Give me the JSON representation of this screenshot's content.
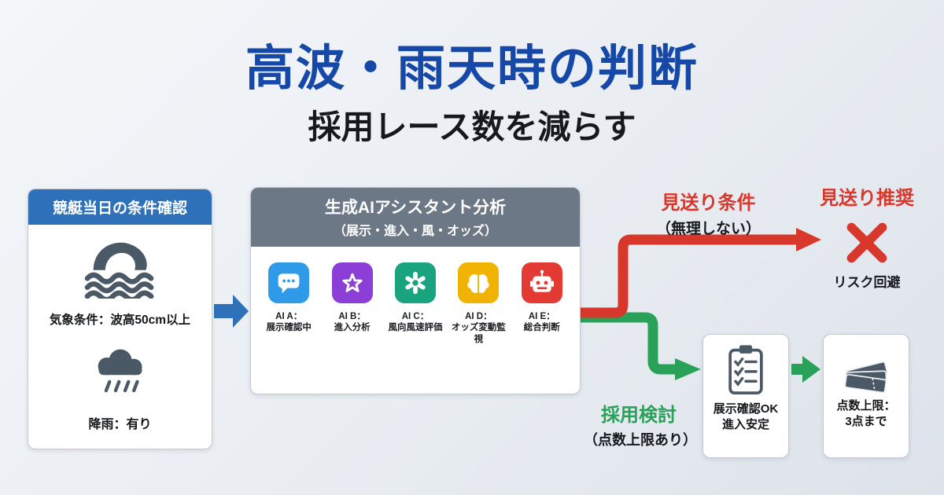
{
  "title": "高波・雨天時の判断",
  "subtitle": "採用レース数を減らす",
  "condition_box": {
    "header": "競艇当日の条件確認",
    "weather_line": "気象条件：波高50cm以上",
    "rain_line": "降雨：有り"
  },
  "ai_panel": {
    "header": "生成AIアシスタント分析",
    "subheader": "（展示・進入・風・オッズ）",
    "items": [
      {
        "name": "AI A：",
        "desc": "展示確認中",
        "icon": "chat-icon",
        "color": "#2f9be8"
      },
      {
        "name": "AI B：",
        "desc": "進入分析",
        "icon": "star-icon",
        "color": "#8b3fd6"
      },
      {
        "name": "AI C：",
        "desc": "風向風速評価",
        "icon": "knot-icon",
        "color": "#19a37f"
      },
      {
        "name": "AI D：",
        "desc": "オッズ変動監視",
        "icon": "brain-icon",
        "color": "#f0b400"
      },
      {
        "name": "AI E：",
        "desc": "総合判断",
        "icon": "robot-icon",
        "color": "#e33b33"
      }
    ]
  },
  "skip_branch": {
    "label": "見送り条件",
    "sublabel": "（無理しない）",
    "result_title": "見送り推奨",
    "result_icon": "x-mark-icon",
    "result_caption": "リスク回避",
    "color": "#d8372b"
  },
  "adopt_branch": {
    "label": "採用検討",
    "sublabel": "（点数上限あり）",
    "color": "#2aa159",
    "check_box": {
      "icon": "clipboard-icon",
      "line1": "展示確認OK",
      "line2": "進入安定"
    },
    "limit_box": {
      "icon": "tickets-icon",
      "line1": "点数上限：",
      "line2": "3点まで"
    }
  },
  "colors": {
    "title_blue": "#1648a8",
    "condition_header_blue": "#2e71b8",
    "ai_header_gray": "#6d7886",
    "skip_red": "#d8372b",
    "adopt_green": "#2aa159",
    "icon_slate": "#4b5866"
  }
}
